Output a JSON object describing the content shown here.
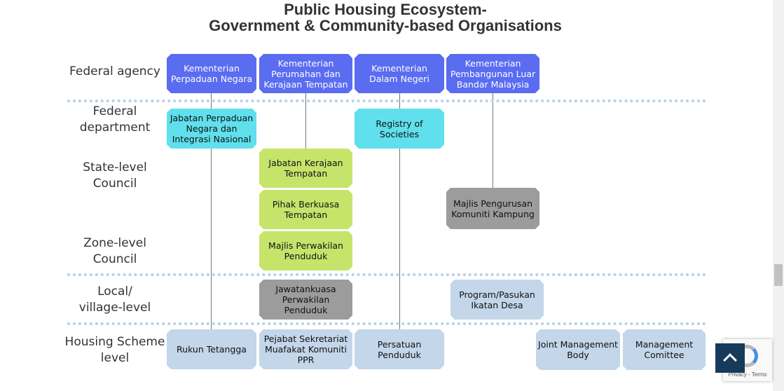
{
  "title": {
    "line1": "Public Housing Ecosystem-",
    "line2": "Government & Community-based Organisations"
  },
  "levels": {
    "federal_agency": "Federal agency",
    "federal_department_1": "Federal",
    "federal_department_2": "department",
    "state_1": "State-level",
    "state_2": "Council",
    "zone_1": "Zone-level",
    "zone_2": "Council",
    "local_1": "Local/",
    "local_2": "village-level",
    "housing_1": "Housing Scheme",
    "housing_2": "level"
  },
  "nodes": {
    "kpn": "Kementerian Perpaduan Negara",
    "kpkt": "Kementerian Perumahan dan Kerajaan Tempatan",
    "kdn": "Kementerian Dalam Negeri",
    "kplb": "Kementerian Pembangunan Luar Bandar Malaysia",
    "jpnin": "Jabatan Perpaduan Negara dan Integrasi Nasional",
    "ros": "Registry of Societies",
    "jkt": "Jabatan Kerajaan Tempatan",
    "pbt": "Pihak Berkuasa Tempatan",
    "mpp": "Majlis Perwakilan Penduduk",
    "mpkk": "Majlis Pengurusan Komuniti Kampung",
    "jpp": "Jawatankuasa Perwakilan Penduduk",
    "ppid": "Program/Pasukan Ikatan Desa",
    "rt": "Rukun Tetangga",
    "psmk": "Pejabat Sekretariat Muafakat Komuniti PPR",
    "pp": "Persatuan Penduduk",
    "jmb": "Joint Management Body",
    "mc": "Management Comittee"
  },
  "recaptcha": {
    "text": "Privacy - Terms"
  },
  "colors": {
    "federal_agency": "#5a6cf0",
    "federal_department": "#5fe0ec",
    "council": "#c6e46a",
    "grey": "#9c9c9c",
    "community": "#c3d6ea",
    "divider": "#b7d0e4",
    "back_to_top": "#173a5a"
  }
}
